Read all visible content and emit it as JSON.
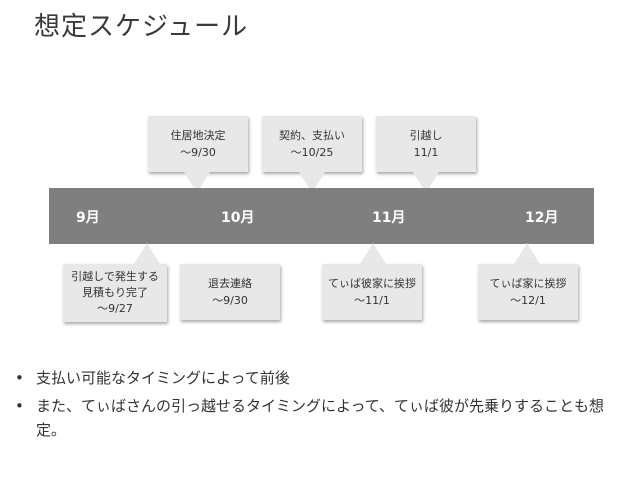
{
  "title": "想定スケジュール",
  "timeline": {
    "months": [
      "9月",
      "10月",
      "11月",
      "12月"
    ]
  },
  "callouts_above": [
    {
      "lines": [
        "住居地決定",
        "〜9/30"
      ]
    },
    {
      "lines": [
        "契約、支払い",
        "〜10/25"
      ]
    },
    {
      "lines": [
        "引越し",
        "11/1"
      ]
    }
  ],
  "callouts_below": [
    {
      "lines": [
        "引越しで発生する",
        "見積もり完了",
        "〜9/27"
      ]
    },
    {
      "lines": [
        "退去連絡",
        "〜9/30"
      ]
    },
    {
      "lines": [
        "てぃば彼家に挨拶",
        "〜11/1"
      ]
    },
    {
      "lines": [
        "てぃば家に挨拶",
        "〜12/1"
      ]
    }
  ],
  "bullets": [
    "支払い可能なタイミングによって前後",
    "また、てぃばさんの引っ越せるタイミングによって、てぃば彼が先乗りすることも想定。"
  ],
  "bullet_symbol": "•",
  "colors": {
    "bar": "#7f7f7f",
    "callout": "#e8e8e8",
    "month_text": "#ffffff"
  }
}
